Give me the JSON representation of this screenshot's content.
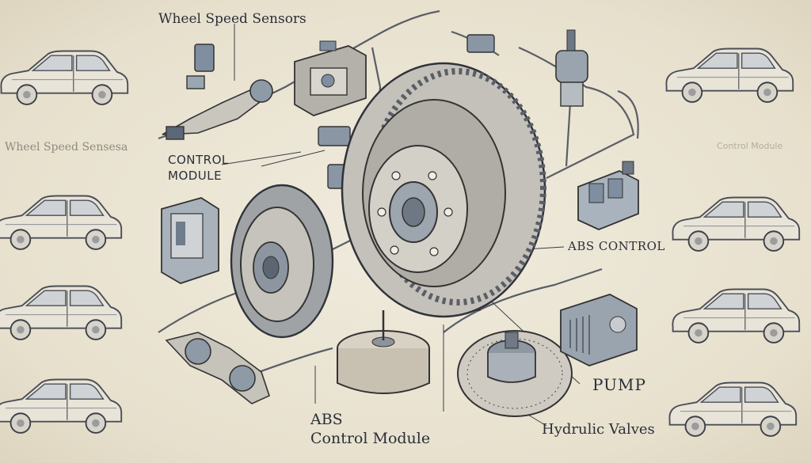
{
  "labels": {
    "wheel_speed_sensors": "Wheel Speed Sensors",
    "wheel_speed_sensors_faded": "Wheel Speed Sensesa",
    "control_module_line1": "CONTROL",
    "control_module_line2": "MODULE",
    "control_module_faded": "Control Module",
    "abs_control": "ABS CONTROL",
    "pump": "PUMP",
    "abs_module_line1": "ABS",
    "abs_module_line2": "Control Module",
    "hydraulic_valves": "Hydrulic Valves"
  },
  "colors": {
    "background": "#ece6d6",
    "ink": "#2b2f38",
    "rotor_metal": "#b9b7b0",
    "component_blue": "#7f8ea0",
    "car_body": "#e9e4d8"
  },
  "icons": [
    "car-icon",
    "brake-rotor-icon",
    "brake-caliper-icon",
    "pump-icon",
    "control-module-icon",
    "sensor-icon"
  ]
}
